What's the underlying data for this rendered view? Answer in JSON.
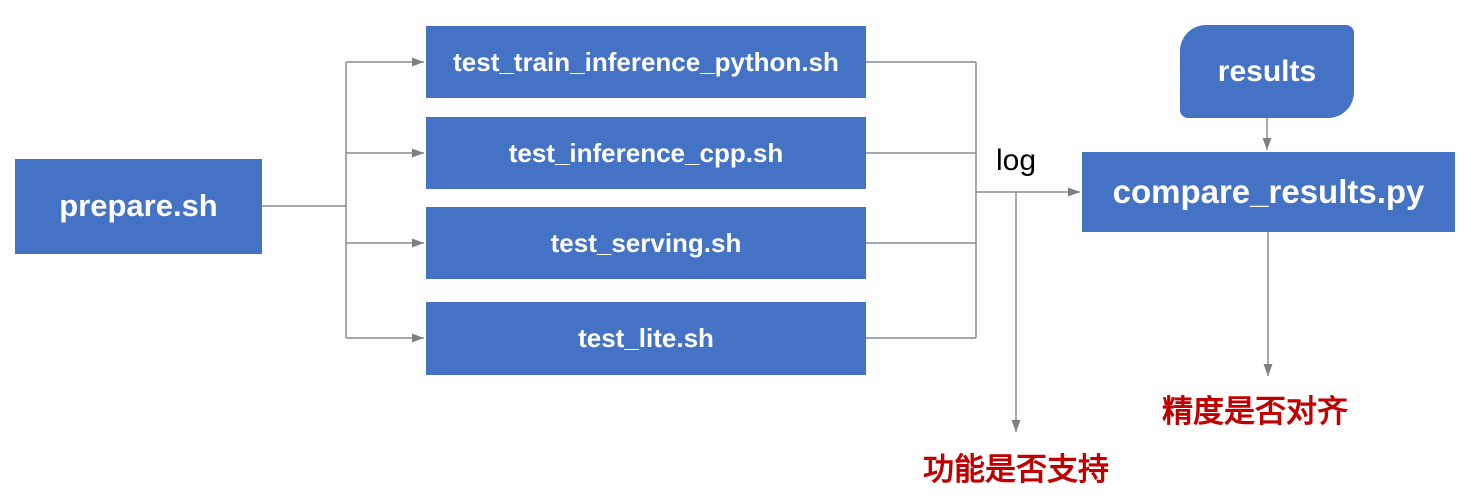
{
  "diagram": {
    "title": "test pipeline flow",
    "nodes": {
      "prepare": {
        "label": "prepare.sh",
        "shape": "rectangle"
      },
      "test_train_inference_python": {
        "label": "test_train_inference_python.sh",
        "shape": "rectangle"
      },
      "test_inference_cpp": {
        "label": "test_inference_cpp.sh",
        "shape": "rectangle"
      },
      "test_serving": {
        "label": "test_serving.sh",
        "shape": "rectangle"
      },
      "test_lite": {
        "label": "test_lite.sh",
        "shape": "rectangle"
      },
      "results": {
        "label": "results",
        "shape": "rounded-diagonal-rectangle"
      },
      "compare_results": {
        "label": "compare_results.py",
        "shape": "rectangle"
      }
    },
    "edges": [
      {
        "from": "prepare",
        "to": "test_train_inference_python"
      },
      {
        "from": "prepare",
        "to": "test_inference_cpp"
      },
      {
        "from": "prepare",
        "to": "test_serving"
      },
      {
        "from": "prepare",
        "to": "test_lite"
      },
      {
        "from": "tests",
        "to": "compare_results",
        "label": "log"
      },
      {
        "from": "log",
        "to": "feature_check_annotation"
      },
      {
        "from": "results",
        "to": "compare_results"
      },
      {
        "from": "compare_results",
        "to": "accuracy_check_annotation"
      }
    ],
    "edge_labels": {
      "log": "log"
    },
    "annotations": {
      "accuracy_check": "精度是否对齐",
      "feature_check": "功能是否支持"
    },
    "colors": {
      "node_fill": "#4472C4",
      "node_text": "#FFFFFF",
      "connector": "#8C8C8C",
      "arrowhead": "#7F7F7F",
      "annotation_text": "#C00000",
      "edge_label_text": "#000000",
      "background": "#FFFFFF"
    }
  }
}
